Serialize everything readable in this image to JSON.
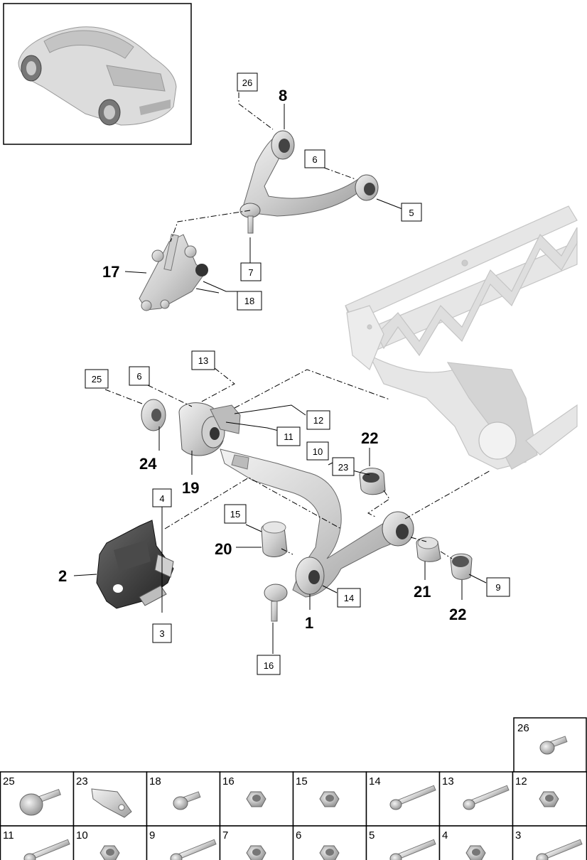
{
  "callouts": {
    "c26": "26",
    "c6a": "6",
    "c5": "5",
    "c7": "7",
    "c18": "18",
    "c13": "13",
    "c25": "25",
    "c6b": "6",
    "c12": "12",
    "c11": "11",
    "c10": "10",
    "c23": "23",
    "c4": "4",
    "c15": "15",
    "c14": "14",
    "c9": "9",
    "c3": "3",
    "c16": "16"
  },
  "bold_labels": {
    "b8": "8",
    "b17": "17",
    "b22a": "22",
    "b24": "24",
    "b19": "19",
    "b2": "2",
    "b20": "20",
    "b21": "21",
    "b22b": "22",
    "b1": "1"
  },
  "legend": {
    "top": {
      "label": "26",
      "icon": "bolt-icon"
    },
    "row1": [
      {
        "label": "25",
        "icon": "eccentric-bolt-icon"
      },
      {
        "label": "23",
        "icon": "bracket-plate-icon"
      },
      {
        "label": "18",
        "icon": "bolt-icon"
      },
      {
        "label": "16",
        "icon": "nut-icon"
      },
      {
        "label": "15",
        "icon": "nut-icon"
      },
      {
        "label": "14",
        "icon": "long-bolt-icon"
      },
      {
        "label": "13",
        "icon": "long-bolt-icon"
      },
      {
        "label": "12",
        "icon": "nut-icon"
      }
    ],
    "row2": [
      {
        "label": "11",
        "icon": "long-bolt-icon"
      },
      {
        "label": "10",
        "icon": "nut-icon"
      },
      {
        "label": "9",
        "icon": "long-bolt-icon"
      },
      {
        "label": "7",
        "icon": "nut-icon"
      },
      {
        "label": "6",
        "icon": "nut-icon"
      },
      {
        "label": "5",
        "icon": "long-bolt-icon"
      },
      {
        "label": "4",
        "icon": "nut-icon"
      },
      {
        "label": "3",
        "icon": "long-bolt-icon"
      }
    ]
  }
}
